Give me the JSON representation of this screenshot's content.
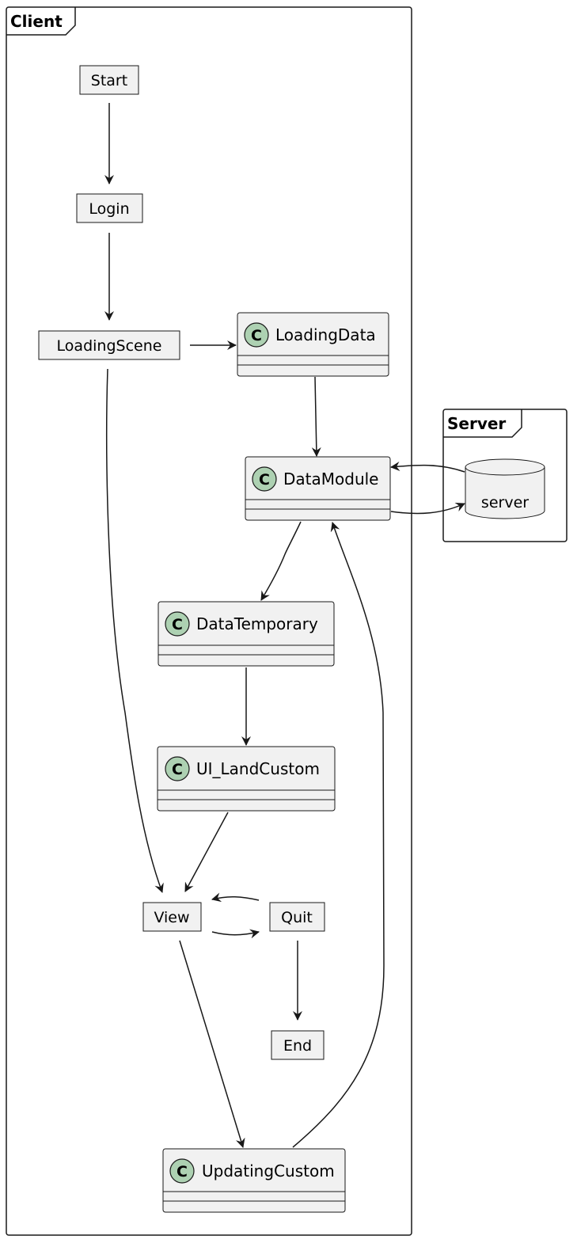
{
  "frames": {
    "client": {
      "title": "Client"
    },
    "server": {
      "title": "Server"
    }
  },
  "nodes": {
    "start": "Start",
    "login": "Login",
    "loading_scene": "LoadingScene",
    "view": "View",
    "quit": "Quit",
    "end": "End"
  },
  "classes": {
    "spot_letter": "C",
    "loading_data": "LoadingData",
    "data_module": "DataModule",
    "data_temporary": "DataTemporary",
    "ui_land_custom": "UI_LandCustom",
    "updating_custom": "UpdatingCustom"
  },
  "database": {
    "server": "server"
  },
  "colors": {
    "node_fill": "#f1f1f1",
    "class_spot": "#add1b2",
    "line": "#181818"
  }
}
